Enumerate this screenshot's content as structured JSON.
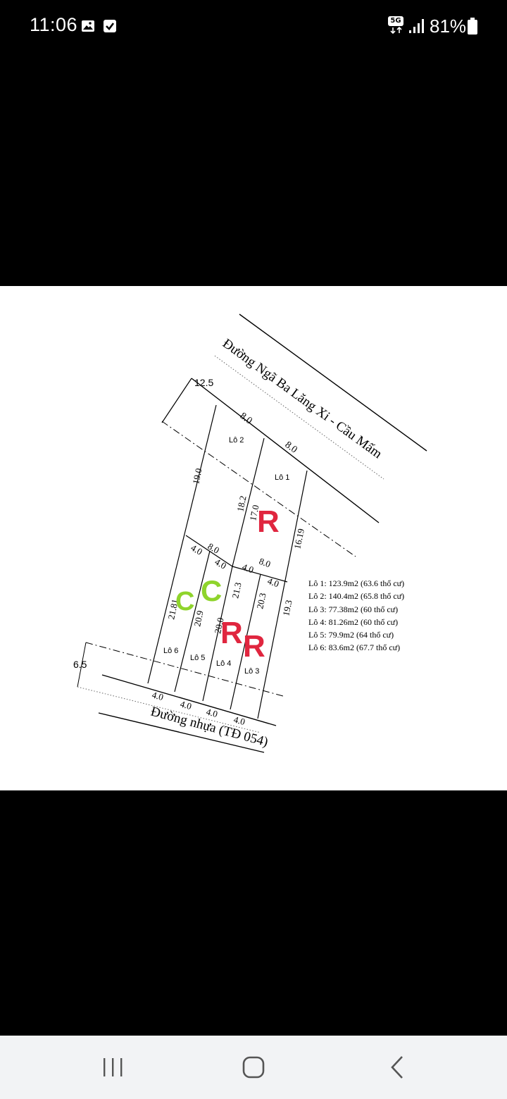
{
  "status_bar": {
    "time": "11:06",
    "network": "5G",
    "battery": "81%"
  },
  "plan": {
    "road_top": "Đường Ngã Ba Lăng Xi - Cầu Mấm",
    "road_bottom": "Đường nhựa (TĐ 054)",
    "lots": {
      "lo1": "Lô 1",
      "lo2": "Lô 2",
      "lo3": "Lô 3",
      "lo4": "Lô 4",
      "lo5": "Lô 5",
      "lo6": "Lô 6"
    },
    "dims": {
      "d12_5": "12.5",
      "top_a": "8.0",
      "top_b": "8.0",
      "mid_a": "8.0",
      "mid_b": "8.0",
      "mid_c1": "4.0",
      "mid_c2": "4.0",
      "mid_c3": "4.0",
      "mid_c4": "4.0",
      "bot_1": "4.0",
      "bot_2": "4.0",
      "bot_3": "4.0",
      "bot_4": "4.0",
      "d6_5": "6.5",
      "v19_0": "19.0",
      "v18_2": "18.2",
      "v17_0": "17.0",
      "v16_19": "16.19",
      "v21_81": "21.81",
      "v20_9": "20.9",
      "v20_0": "20.0",
      "v21_3": "21.3",
      "v20_3": "20.3",
      "v19_3": "19.3"
    },
    "areas": [
      "Lô 1: 123.9m2 (63.6 thổ cư)",
      "Lô 2: 140.4m2 (65.8 thổ cư)",
      "Lô 3: 77.38m2 (60 thổ cư)",
      "Lô 4: 81.26m2 (60 thổ cư)",
      "Lô 5: 79.9m2 (64 thổ cư)",
      "Lô 6: 83.6m2 (67.7 thổ cư)"
    ],
    "marks": {
      "r1": "R",
      "r2": "R",
      "r3": "R",
      "c1": "C",
      "c2": "C"
    },
    "colors": {
      "mark_red": "#e0263f",
      "mark_green": "#8fd42c"
    }
  },
  "nav": {
    "recent_icon": "recent-apps-icon",
    "home_icon": "home-icon",
    "back_icon": "back-icon"
  }
}
